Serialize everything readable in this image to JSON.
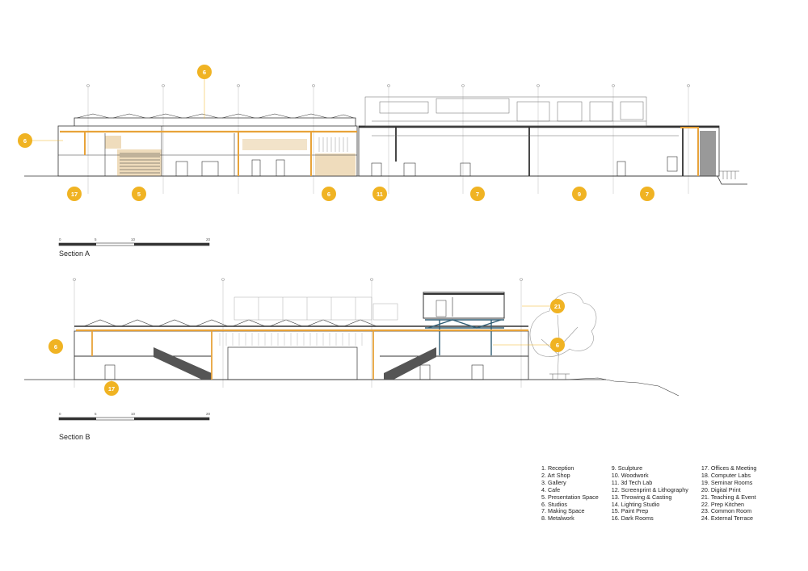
{
  "sections": {
    "a": {
      "title": "Section A",
      "scale_ticks": [
        "0",
        "5",
        "10",
        "20"
      ],
      "callouts": [
        "6",
        "6",
        "17",
        "5",
        "6",
        "11",
        "7",
        "9",
        "7"
      ]
    },
    "b": {
      "title": "Section B",
      "scale_ticks": [
        "0",
        "5",
        "10",
        "20"
      ],
      "callouts": [
        "6",
        "21",
        "6",
        "17"
      ]
    }
  },
  "legend": {
    "col1": [
      "1. Reception",
      "2. Art Shop",
      "3. Gallery",
      "4. Cafe",
      "5. Presentation Space",
      "6. Studios",
      "7. Making Space",
      "8. Metalwork"
    ],
    "col2": [
      "9.  Sculpture",
      "10. Woodwork",
      "11. 3d Tech Lab",
      "12. Screenprint & Lithography",
      "13. Throwing & Casting",
      "14. Lighting Studio",
      "15. Paint Prep",
      "16. Dark Rooms"
    ],
    "col3": [
      "17.  Offices & Meeting",
      "18. Computer Labs",
      "19. Seminar Rooms",
      "20. Digital Print",
      "21. Teaching & Event",
      "22. Prep Kitchen",
      "23. Common Room",
      "24. External Terrace"
    ]
  },
  "colors": {
    "callout": "#f0b323",
    "orange": "#e8a33a",
    "tan": "#efdcbc",
    "ink": "#333333",
    "teal": "#2f5c73"
  }
}
